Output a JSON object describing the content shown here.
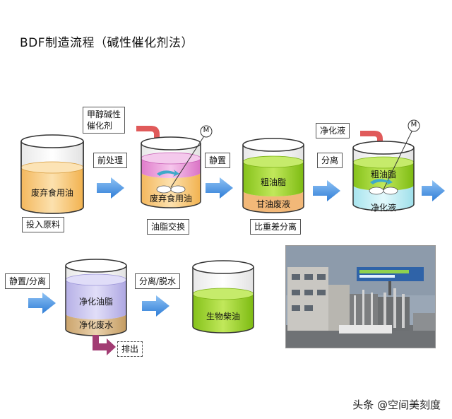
{
  "title": "BDF制造流程（碱性催化剂法）",
  "labels": {
    "input_materials": "投入原料",
    "pretreatment": "前处理",
    "methanol_catalyst": "甲醇碱性\n催化剂",
    "transesterification": "油脂交换",
    "settling": "静置",
    "separation": "分离",
    "crude_fuel_label": "比重差分离",
    "cleaning_liquid": "净化液",
    "settling_separation": "静置/分离",
    "separation_dewater": "分离/脱水",
    "discharge": "排出"
  },
  "vessels": {
    "waste_oil": "废弃食用油",
    "reactor_content": "废弃食用油",
    "crude_oil": "粗油脂",
    "glycerin_waste": "甘油废液",
    "crude_oil_2": "粗油脂",
    "purify_liquid": "净化液",
    "purified_oil": "净化油脂",
    "purified_waste_water": "净化废水",
    "biodiesel": "生物柴油"
  },
  "motor_label": "M",
  "watermark": "头条 @空间美刻度",
  "colors": {
    "oil_orange": "#F7C77A",
    "pink_layer": "#E994D6",
    "green_oil": "#9ACD32",
    "light_cyan": "#BFEFF5",
    "lavender": "#C8C3EE",
    "tan": "#D9B98A",
    "arrow_blue": "#4A90E2",
    "arrow_red": "#E05A5A",
    "arrow_purple": "#A23C73"
  }
}
